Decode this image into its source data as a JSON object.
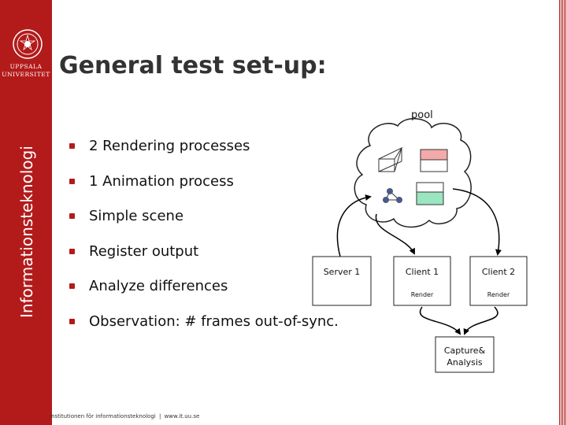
{
  "sidebar": {
    "university_line1": "UPPSALA",
    "university_line2": "UNIVERSITET",
    "vertical_text": "Informationsteknologi"
  },
  "slide": {
    "title": "General test set-up:",
    "bullets": [
      "2 Rendering processes",
      "1 Animation process",
      "Simple scene",
      "Register output",
      "Analyze differences",
      "Observation: # frames out-of-sync."
    ]
  },
  "diagram": {
    "pool_label": "pool",
    "server_label": "Server 1",
    "client1_label": "Client 1",
    "client1_sub": "Render",
    "client2_label": "Client 2",
    "client2_sub": "Render",
    "capture_line1": "Capture&",
    "capture_line2": "Analysis"
  },
  "footer": {
    "left": "Institutionen för informationsteknologi",
    "separator": "|",
    "right": "www.it.uu.se"
  },
  "colors": {
    "brand_red": "#b31b1b",
    "pool_pink": "#f4a9aa",
    "pool_green": "#9be5c0",
    "node_blue": "#4a5a86"
  }
}
